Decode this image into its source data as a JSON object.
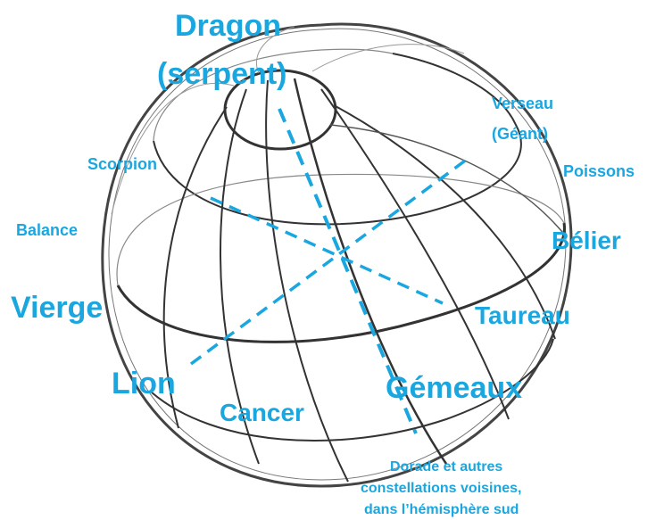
{
  "labels": {
    "dragon_line1": "Dragon",
    "dragon_line2": "(serpent)",
    "verseau_line1": "Verseau",
    "verseau_line2": "(Géant)",
    "scorpion": "Scorpion",
    "poissons": "Poissons",
    "balance": "Balance",
    "belier": "Bélier",
    "vierge": "Vierge",
    "taureau": "Taureau",
    "lion": "Lion",
    "gemeaux": "Gémeaux",
    "cancer": "Cancer",
    "south_line1": "Dorade et autres",
    "south_line2": "constellations voisines,",
    "south_line3": "dans l’hémisphère sud"
  },
  "colors": {
    "label": "#1aa7e0",
    "axis_dash": "#1aa7e0",
    "grid": "#333333",
    "outline": "#555555"
  }
}
